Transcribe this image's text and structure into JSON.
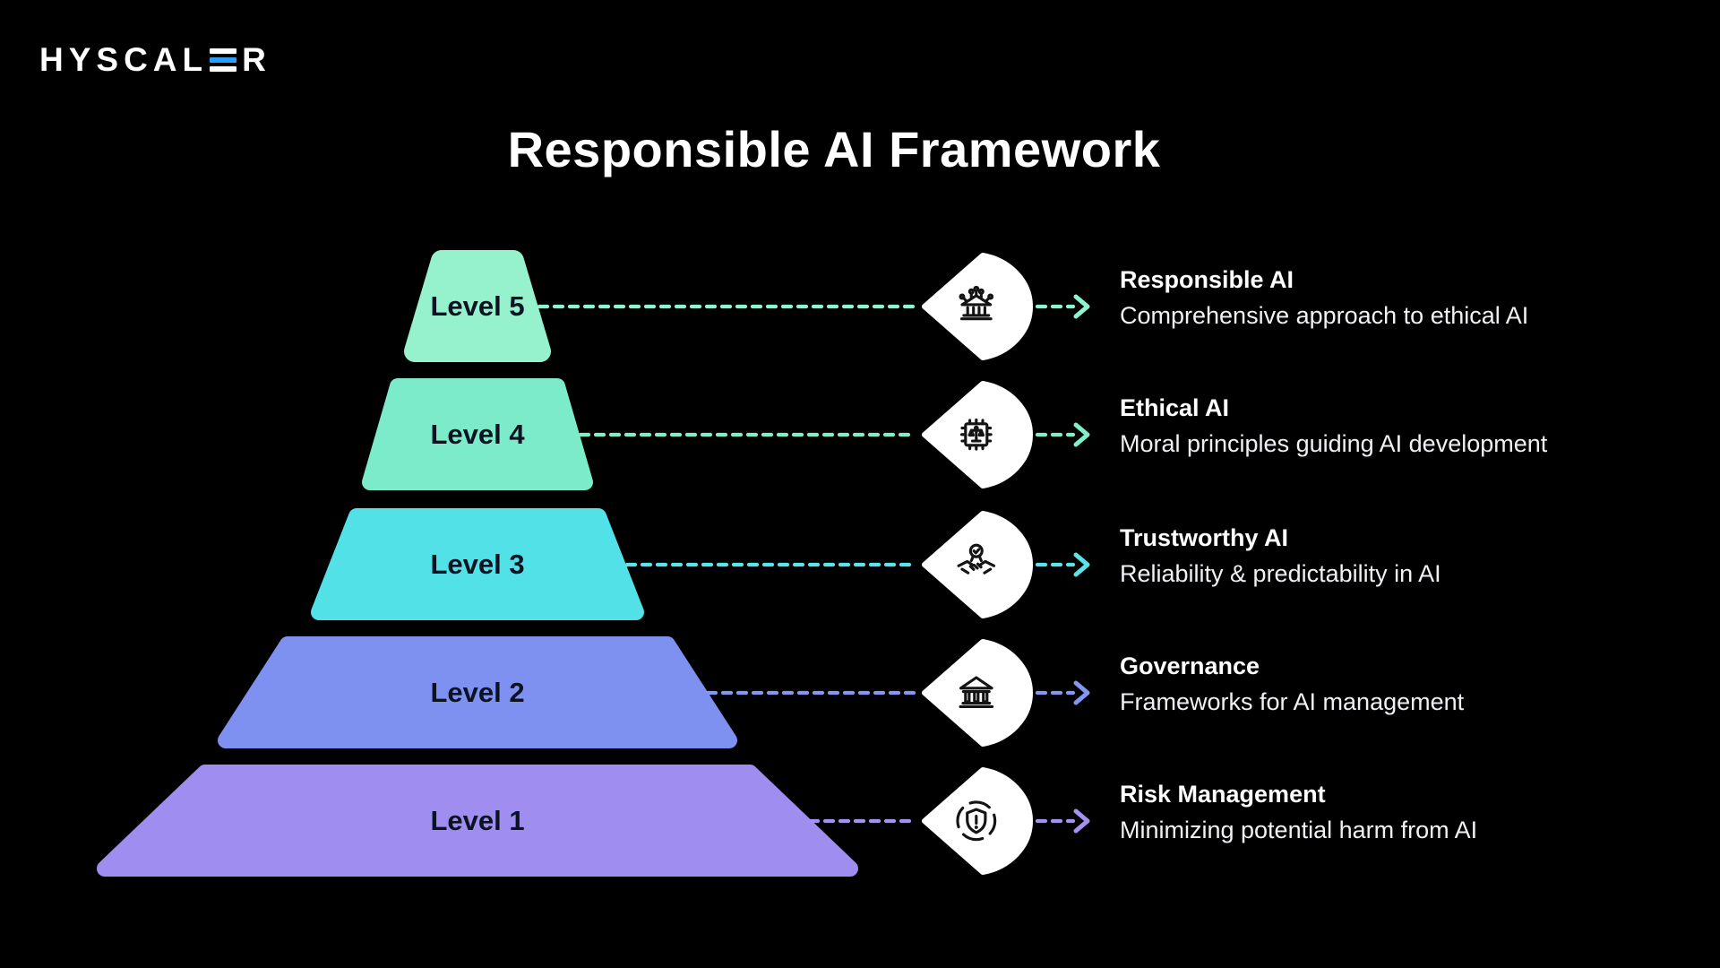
{
  "page": {
    "background_color": "#000000"
  },
  "logo": {
    "text_before_mark": "HYSCAL",
    "text_after_mark": "R",
    "mark_letter": "E",
    "accent_color": "#2E9DF7"
  },
  "title": "Responsible AI Framework",
  "badge": {
    "fill": "#FFFFFF",
    "icon_color": "#141414"
  },
  "levels": [
    {
      "label": "Level 5",
      "heading": "Responsible AI",
      "description": "Comprehensive approach to ethical AI",
      "color": "#96F2CD",
      "line_color": "#90F3CF",
      "icon": "bank-circuit-icon"
    },
    {
      "label": "Level 4",
      "heading": "Ethical AI",
      "description": "Moral principles guiding AI development",
      "color": "#7CEBC9",
      "line_color": "#80EECC",
      "icon": "chip-scale-icon"
    },
    {
      "label": "Level 3",
      "heading": "Trustworthy AI",
      "description": "Reliability & predictability in AI",
      "color": "#52E1E6",
      "line_color": "#58E4E8",
      "icon": "handshake-badge-icon"
    },
    {
      "label": "Level 2",
      "heading": "Governance",
      "description": "Frameworks for AI management",
      "color": "#7E91F0",
      "line_color": "#8396F2",
      "icon": "bank-icon"
    },
    {
      "label": "Level 1",
      "heading": "Risk Management",
      "description": "Minimizing potential harm from AI",
      "color": "#9F8DEF",
      "line_color": "#A492F3",
      "icon": "shield-alert-icon"
    }
  ]
}
